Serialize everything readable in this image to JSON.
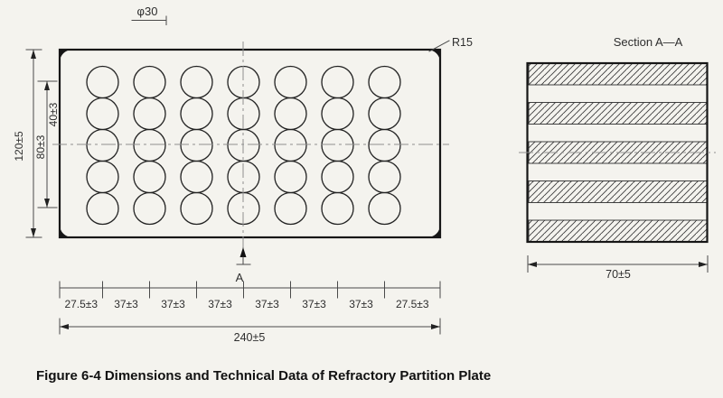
{
  "figure": {
    "caption": "Figure 6-4 Dimensions and Technical Data of Refractory Partition Plate"
  },
  "plate_view": {
    "hole_diameter": "φ30",
    "corner_radius": "R15",
    "overall_height": "120±5",
    "row_pitch": "40±3",
    "row_span": "80±3",
    "overall_width": "240±5",
    "column_spacings": [
      "27.5±3",
      "37±3",
      "37±3",
      "37±3",
      "37±3",
      "37±3",
      "37±3",
      "27.5±3"
    ],
    "section_marker": "A",
    "grid": {
      "columns": 7,
      "rows": 5
    }
  },
  "section_view": {
    "title": "Section A—A",
    "width_dim": "70±5",
    "bands": 5
  },
  "colors": {
    "background": "#f4f3ee",
    "outline": "#161616",
    "dimension": "#4a4a4a",
    "centerline": "#8f8f8f",
    "hatch": "#3c3c3c"
  }
}
